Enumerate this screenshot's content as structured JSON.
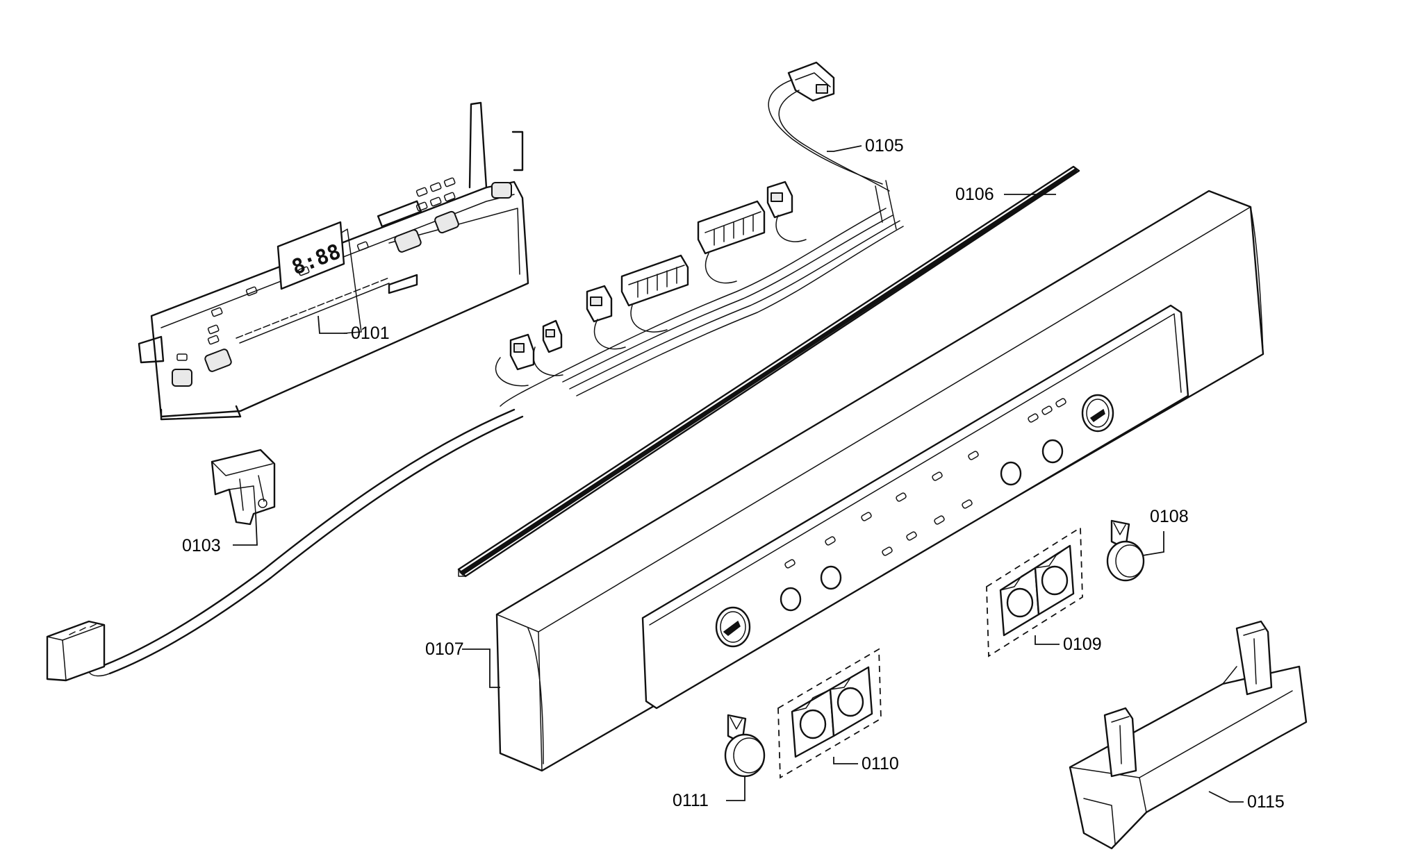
{
  "diagram": {
    "parts": [
      {
        "id": "0101",
        "label": "0101"
      },
      {
        "id": "0103",
        "label": "0103"
      },
      {
        "id": "0105",
        "label": "0105"
      },
      {
        "id": "0106",
        "label": "0106"
      },
      {
        "id": "0107",
        "label": "0107"
      },
      {
        "id": "0108",
        "label": "0108"
      },
      {
        "id": "0109",
        "label": "0109"
      },
      {
        "id": "0110",
        "label": "0110"
      },
      {
        "id": "0111",
        "label": "0111"
      },
      {
        "id": "0115",
        "label": "0115"
      }
    ],
    "display_text": "8:88"
  }
}
